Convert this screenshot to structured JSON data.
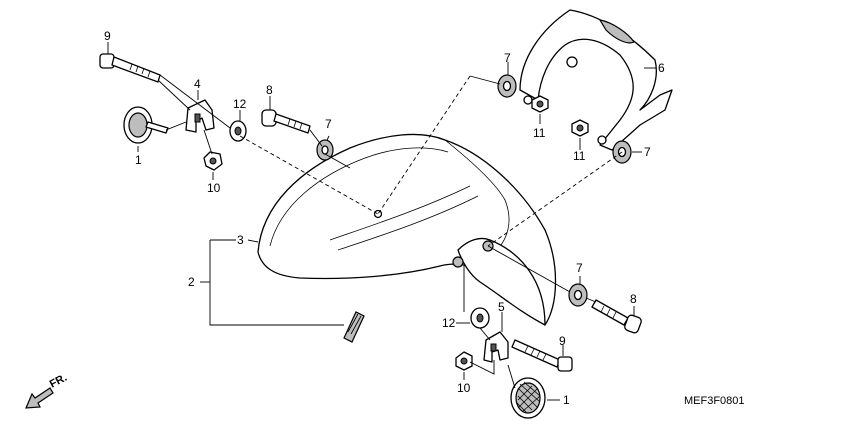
{
  "diagram": {
    "code": "MEF3F0801",
    "direction": "FR.",
    "callouts": {
      "c9a": "9",
      "c4": "4",
      "c12a": "12",
      "c8a": "8",
      "c7a": "7",
      "c1a": "1",
      "c10a": "10",
      "c7b": "7",
      "c6": "6",
      "c11a": "11",
      "c11b": "11",
      "c7c": "7",
      "c3": "3",
      "c2": "2",
      "c7d": "7",
      "c8b": "8",
      "c5": "5",
      "c12b": "12",
      "c9b": "9",
      "c10b": "10",
      "c1b": "1"
    }
  }
}
